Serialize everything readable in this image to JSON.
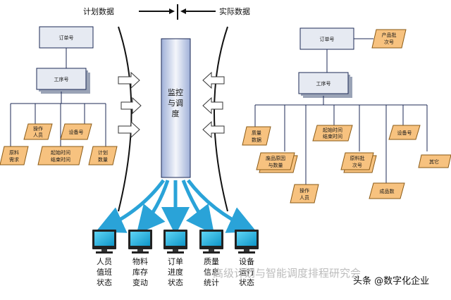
{
  "header": {
    "plan_label": "计划数据",
    "actual_label": "实际数据"
  },
  "center": {
    "label_lines": [
      "监控",
      "与调",
      "度"
    ]
  },
  "left": {
    "order": "订单号",
    "process": "工序号",
    "operator": [
      "操作",
      "人员"
    ],
    "equipment": "设备号",
    "material_demand": [
      "原料",
      "需求"
    ],
    "start_end_time": [
      "起始时间",
      "结束时间"
    ],
    "planned_qty": [
      "计划",
      "数量"
    ]
  },
  "right": {
    "order": "订单号",
    "product_batch": [
      "产品批",
      "次号"
    ],
    "process": "工序号",
    "start_end_time": [
      "起始时间",
      "结束时间"
    ],
    "equipment": "设备号",
    "quality_data": [
      "质量",
      "数据"
    ],
    "defect_cause_qty": [
      "废品原因",
      "与数量"
    ],
    "material_batch": [
      "原料批",
      "次号"
    ],
    "other": "其它",
    "operator": [
      "操作",
      "人员"
    ],
    "finished_qty": "成品数"
  },
  "monitors": [
    [
      "人员",
      "值班",
      "状态"
    ],
    [
      "物料",
      "库存",
      "变动"
    ],
    [
      "订单",
      "进度",
      "状态"
    ],
    [
      "质量",
      "信息",
      "统计"
    ],
    [
      "设备",
      "运行",
      "状态"
    ]
  ],
  "watermark": "高级计划与智能调度排程研究会",
  "signature": "头条 @数字化企业",
  "colors": {
    "arrow_blue": "#2aa3d8",
    "note_orange": "#f7c27f",
    "box_fill": "#e6eaf2",
    "monitor_screen": "#18b6e6"
  }
}
